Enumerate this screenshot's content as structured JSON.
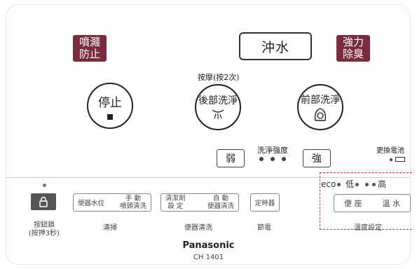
{
  "top": {
    "spray": [
      "噴濺",
      "防止"
    ],
    "flush": "沖水",
    "deodorize": [
      "強力",
      "除臭"
    ]
  },
  "main": {
    "massage_note": "按摩(按2次)",
    "stop": "停止",
    "rear_wash": "後部洗淨",
    "front_wash": "前部洗淨"
  },
  "pressure": {
    "weak": "弱",
    "label": "洗淨強度",
    "strong": "強",
    "level_dots": 3
  },
  "battery": {
    "label": "更換電池"
  },
  "bottom": {
    "lock_label": [
      "按鈕鎖",
      "(按押3秒)"
    ],
    "clean": {
      "left": "便器水位",
      "right": [
        "手 動",
        "噴頭清洗"
      ],
      "group": "清掃"
    },
    "bowl": {
      "left": [
        "清潔劑",
        "設 定"
      ],
      "right": [
        "自 動",
        "便器清洗"
      ],
      "group": "便器清洗"
    },
    "timer": {
      "label": "定時器",
      "group": "節電"
    },
    "temperature": {
      "eco": "eco",
      "low": "低",
      "high": "高",
      "seat": "便 座",
      "water": "溫 水",
      "group": "溫度設定"
    }
  },
  "brand": "Panasonic",
  "model": "CH 1401",
  "colors": {
    "accent_button": "#7d2a3c",
    "dashed_outline": "#dd3333"
  },
  "icons": {
    "lock": "lock-icon",
    "rear_spray": "rear-spray-icon",
    "front_spray": "front-spray-icon",
    "battery": "battery-icon"
  }
}
